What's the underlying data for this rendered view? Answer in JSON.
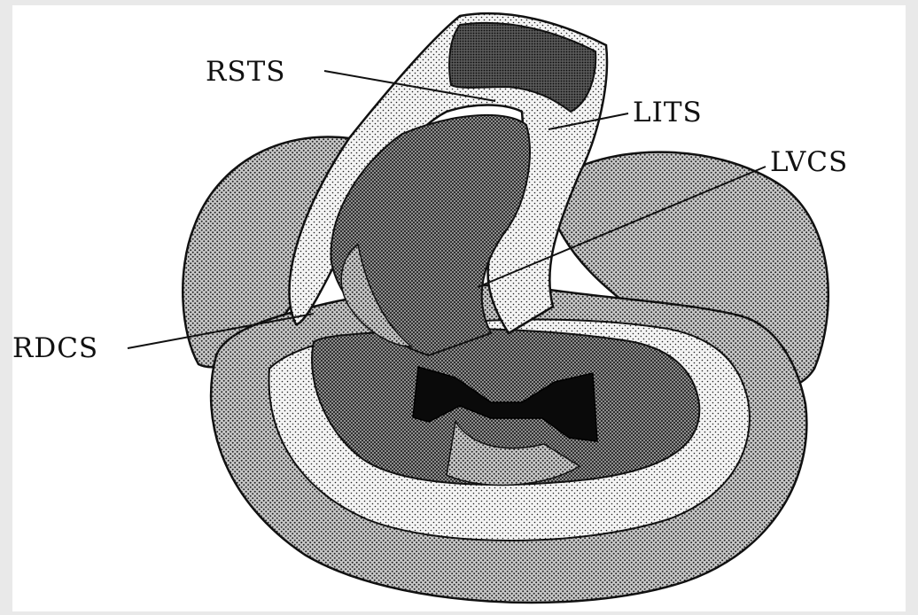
{
  "diagram": {
    "labels": {
      "rsts": "RSTS",
      "lits": "LITS",
      "lvcs": "LVCS",
      "rdcs": "RDCS"
    }
  },
  "colors": {
    "background": "#e9e9e9",
    "canvas": "#ffffff",
    "ink": "#111111",
    "dark_region": "#4a4a4a",
    "medium_region": "#8c8c8c",
    "light_region": "#bdbdbd",
    "pale_region": "#e2e2e2"
  }
}
